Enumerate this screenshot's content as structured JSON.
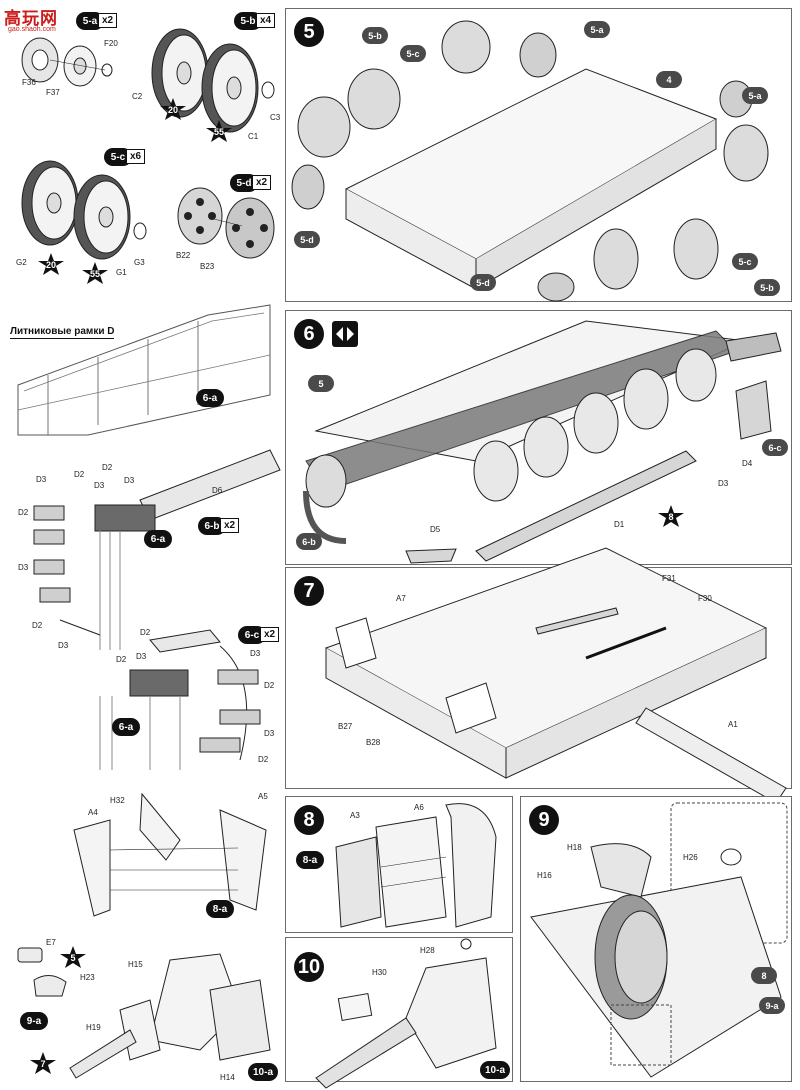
{
  "watermark": {
    "title": "高玩网",
    "url": "gao.shaoh.com"
  },
  "top_left": {
    "s5a": {
      "badge": "5-a",
      "qty": "x2",
      "parts": [
        "F20",
        "F36",
        "F37"
      ]
    },
    "s5b": {
      "badge": "5-b",
      "qty": "x4",
      "parts": [
        "C2",
        "C3",
        "C1"
      ],
      "stars": [
        "20",
        "55"
      ]
    },
    "s5c": {
      "badge": "5-c",
      "qty": "x6",
      "parts": [
        "G2",
        "G1",
        "G3"
      ],
      "stars": [
        "20",
        "55"
      ]
    },
    "s5d": {
      "badge": "5-d",
      "qty": "x2",
      "parts": [
        "B22",
        "B23"
      ]
    }
  },
  "sprue": {
    "heading": "Литниковые рамки D",
    "s6a": {
      "badge": "6-a"
    },
    "s6b": {
      "badge": "6-b",
      "qty": "x2",
      "parts": [
        "D2",
        "D2",
        "D3",
        "D3",
        "D6",
        "D3",
        "D2",
        "D3",
        "D2",
        "D3"
      ]
    },
    "s6c": {
      "badge": "6-c",
      "qty": "x2",
      "parts": [
        "D2",
        "D2",
        "D3",
        "D3",
        "D2",
        "D3",
        "D2"
      ]
    }
  },
  "step5": {
    "number": "5",
    "callouts": [
      "5-b",
      "5-c",
      "5-a",
      "4",
      "5-a",
      "5-d",
      "5-d",
      "5-c",
      "5-b"
    ]
  },
  "step6": {
    "number": "6",
    "callouts": [
      "5",
      "6-b",
      "6-c"
    ],
    "parts": [
      "D5",
      "D1",
      "D3",
      "D4"
    ],
    "star": "8"
  },
  "step7": {
    "number": "7",
    "parts": [
      "A7",
      "F31",
      "F30",
      "B27",
      "B28",
      "A1"
    ]
  },
  "step8a": {
    "parts": [
      "H32",
      "A4",
      "A5"
    ],
    "badge": "8-a"
  },
  "step8": {
    "number": "8",
    "parts": [
      "A3",
      "A6"
    ],
    "badge": "8-a"
  },
  "step9": {
    "number": "9",
    "parts": [
      "H18",
      "H16",
      "H26"
    ],
    "callouts": [
      "8",
      "9-a"
    ]
  },
  "step9a": {
    "parts": [
      "E7",
      "H23"
    ],
    "star": "5",
    "badge": "9-a"
  },
  "step10a": {
    "parts": [
      "H15",
      "H19",
      "H14"
    ],
    "star": "7",
    "badge": "10-a"
  },
  "step10": {
    "number": "10",
    "parts": [
      "H28",
      "H30"
    ],
    "badge": "10-a"
  }
}
